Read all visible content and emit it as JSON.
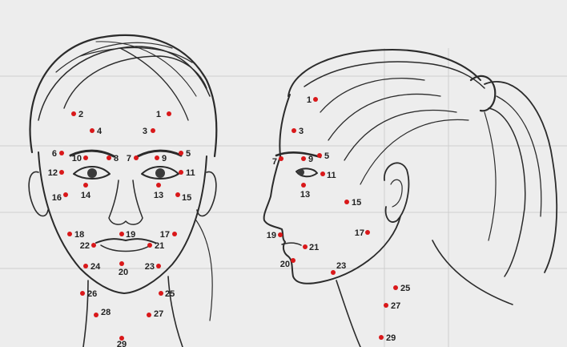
{
  "front_view": {
    "markers": [
      {
        "id": "1"
      },
      {
        "id": "2"
      },
      {
        "id": "3"
      },
      {
        "id": "4"
      },
      {
        "id": "5"
      },
      {
        "id": "6"
      },
      {
        "id": "7"
      },
      {
        "id": "8"
      },
      {
        "id": "9"
      },
      {
        "id": "10"
      },
      {
        "id": "11"
      },
      {
        "id": "12"
      },
      {
        "id": "13"
      },
      {
        "id": "14"
      },
      {
        "id": "15"
      },
      {
        "id": "16"
      },
      {
        "id": "17"
      },
      {
        "id": "18"
      },
      {
        "id": "19"
      },
      {
        "id": "20"
      },
      {
        "id": "21"
      },
      {
        "id": "22"
      },
      {
        "id": "23"
      },
      {
        "id": "24"
      },
      {
        "id": "25"
      },
      {
        "id": "26"
      },
      {
        "id": "27"
      },
      {
        "id": "28"
      },
      {
        "id": "29"
      }
    ]
  },
  "side_view": {
    "markers": [
      {
        "id": "1"
      },
      {
        "id": "3"
      },
      {
        "id": "5"
      },
      {
        "id": "7"
      },
      {
        "id": "9"
      },
      {
        "id": "11"
      },
      {
        "id": "13"
      },
      {
        "id": "15"
      },
      {
        "id": "17"
      },
      {
        "id": "19"
      },
      {
        "id": "20"
      },
      {
        "id": "21"
      },
      {
        "id": "23"
      },
      {
        "id": "25"
      },
      {
        "id": "27"
      },
      {
        "id": "29"
      }
    ]
  },
  "colors": {
    "marker": "#d9181a",
    "label": "#222222",
    "sketch": "#2b2b2b",
    "paper": "#ededed"
  }
}
